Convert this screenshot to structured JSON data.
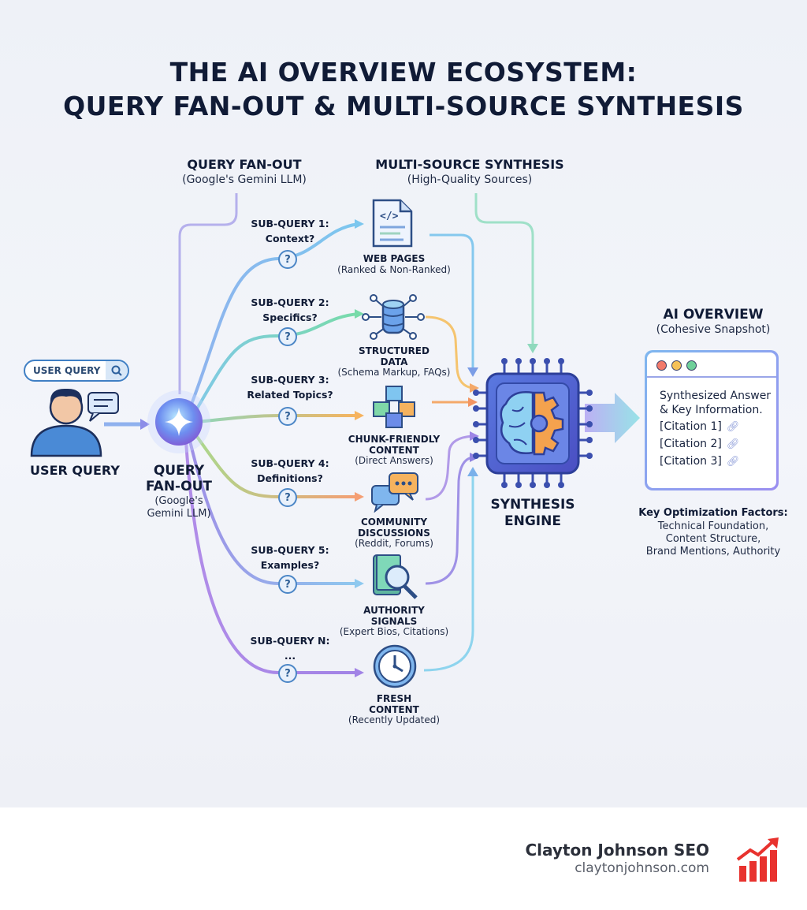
{
  "title": {
    "line1": "THE AI OVERVIEW ECOSYSTEM:",
    "line2": "QUERY FAN-OUT & MULTI-SOURCE SYNTHESIS"
  },
  "columns": {
    "fanout": {
      "title": "QUERY FAN-OUT",
      "sub": "(Google's Gemini LLM)"
    },
    "synthesis": {
      "title": "MULTI-SOURCE SYNTHESIS",
      "sub": "(High-Quality Sources)"
    }
  },
  "user": {
    "search_text": "USER QUERY",
    "label": "USER QUERY"
  },
  "fanout_node": {
    "label1": "QUERY",
    "label2": "FAN-OUT",
    "sub1": "(Google's",
    "sub2": "Gemini LLM)"
  },
  "subqueries": [
    {
      "line1": "SUB-QUERY 1:",
      "line2": "Context?",
      "badge": "?"
    },
    {
      "line1": "SUB-QUERY 2:",
      "line2": "Specifics?",
      "badge": "?"
    },
    {
      "line1": "SUB-QUERY 3:",
      "line2": "Related Topics?",
      "badge": "?"
    },
    {
      "line1": "SUB-QUERY 4:",
      "line2": "Definitions?",
      "badge": "?"
    },
    {
      "line1": "SUB-QUERY 5:",
      "line2": "Examples?",
      "badge": "?"
    },
    {
      "line1": "SUB-QUERY N:",
      "line2": "...",
      "badge": "?"
    }
  ],
  "sources": [
    {
      "title1": "WEB PAGES",
      "title2": "",
      "sub": "(Ranked & Non-Ranked)",
      "icon": "web-page-code-icon"
    },
    {
      "title1": "STRUCTURED",
      "title2": "DATA",
      "sub": "(Schema Markup, FAQs)",
      "icon": "database-network-icon"
    },
    {
      "title1": "CHUNK-FRIENDLY",
      "title2": "CONTENT",
      "sub": "(Direct Answers)",
      "icon": "cubes-icon"
    },
    {
      "title1": "COMMUNITY",
      "title2": "DISCUSSIONS",
      "sub": "(Reddit, Forums)",
      "icon": "chat-bubbles-icon"
    },
    {
      "title1": "AUTHORITY",
      "title2": "SIGNALS",
      "sub": "(Expert Bios, Citations)",
      "icon": "book-magnifier-icon"
    },
    {
      "title1": "FRESH",
      "title2": "CONTENT",
      "sub": "(Recently Updated)",
      "icon": "clock-icon"
    }
  ],
  "engine": {
    "label1": "SYNTHESIS",
    "label2": "ENGINE"
  },
  "overview": {
    "title": "AI OVERVIEW",
    "sub": "(Cohesive Snapshot)",
    "answer1": "Synthesized Answer",
    "answer2": "& Key Information.",
    "citations": [
      "[Citation 1]",
      "[Citation 2]",
      "[Citation 3]"
    ]
  },
  "factors": {
    "head": "Key Optimization Factors:",
    "line1": "Technical Foundation,",
    "line2": "Content Structure,",
    "line3": "Brand Mentions, Authority"
  },
  "footer": {
    "name": "Clayton Johnson SEO",
    "url": "claytonjohnson.com"
  },
  "colors": {
    "navy": "#101b36",
    "blue": "#4b86c6",
    "green": "#6fd3a0",
    "orange": "#f3a86b",
    "purple": "#a67be8",
    "brand_red": "#e8322e"
  }
}
